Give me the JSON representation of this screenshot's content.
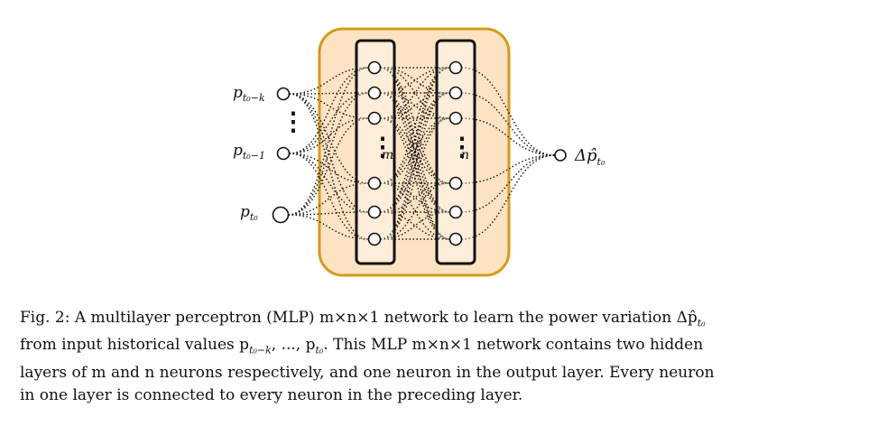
{
  "diagram": {
    "inputs": {
      "top_base": "p",
      "top_sub": "t₀−k",
      "mid_base": "p",
      "mid_sub": "t₀−1",
      "bottom_base": "p",
      "bottom_sub": "t₀",
      "ellipsis": "⋮"
    },
    "hidden1_label": "m",
    "hidden2_label": "n",
    "output": {
      "base": "Δp̂",
      "sub": "t₀"
    },
    "colors": {
      "box_fill": "#fde3c4",
      "box_stroke": "#d49a1c",
      "stroke": "#111111"
    }
  },
  "caption": {
    "l1": "Fig. 2: A multilayer perceptron (MLP) m×n×1 network to learn the power variation Δp̂",
    "l1_sub": "t₀",
    "l2a": "from input historical values p",
    "l2a_sub": "t₀−k",
    "l2b": ", ..., p",
    "l2b_sub": "t₀",
    "l2c": ". This MLP m×n×1 network contains two hidden",
    "l3": "layers of m and n neurons respectively, and one neuron in the output layer. Every neuron",
    "l4": "in one layer is connected to every neuron in the preceding layer."
  }
}
